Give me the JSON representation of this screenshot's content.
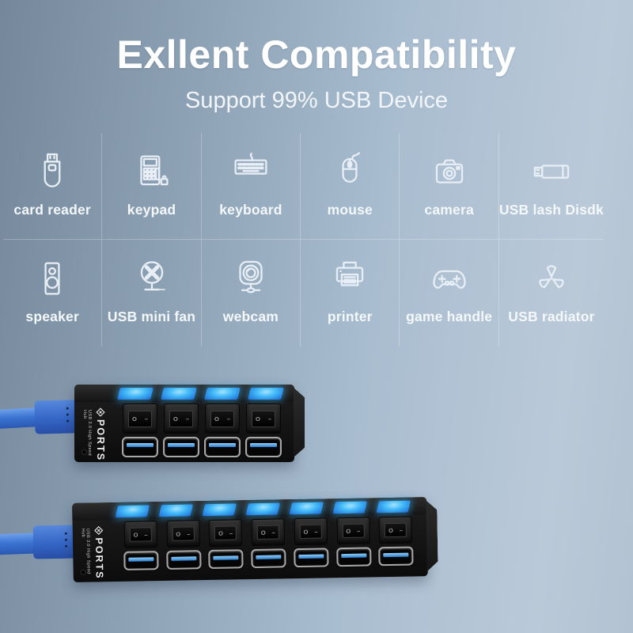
{
  "header": {
    "title": "Exllent Compatibility",
    "subtitle": "Support 99% USB Device"
  },
  "devices": {
    "items": [
      {
        "label": "card reader",
        "icon": "card-reader-icon"
      },
      {
        "label": "keypad",
        "icon": "keypad-icon"
      },
      {
        "label": "keyboard",
        "icon": "keyboard-icon"
      },
      {
        "label": "mouse",
        "icon": "mouse-icon"
      },
      {
        "label": "camera",
        "icon": "camera-icon"
      },
      {
        "label": "USB lash Disdk",
        "icon": "usb-flash-disk-icon"
      },
      {
        "label": "speaker",
        "icon": "speaker-icon"
      },
      {
        "label": "USB mini fan",
        "icon": "usb-mini-fan-icon"
      },
      {
        "label": "webcam",
        "icon": "webcam-icon"
      },
      {
        "label": "printer",
        "icon": "printer-icon"
      },
      {
        "label": "game handle",
        "icon": "game-handle-icon"
      },
      {
        "label": "USB radiator",
        "icon": "usb-radiator-icon"
      }
    ]
  },
  "products": {
    "brand": "PORTS",
    "model_label": "USB 3.0 High Speed Hub",
    "switch_on_mark": "O",
    "switch_off_mark": "–",
    "hub_small": {
      "ports": 4,
      "leds": 4,
      "switches": 4
    },
    "hub_large": {
      "ports": 7,
      "leds": 7,
      "switches": 7
    }
  },
  "colors": {
    "background_left": "#75889b",
    "background_right": "#b9c8d7",
    "text": "#ffffff",
    "icon_stroke": "#e7eef5",
    "grid_line": "rgba(255,255,255,0.25)",
    "led_blue": "#45bcf8",
    "cable_blue": "#3b74d2",
    "port_tongue_blue": "#4a9be0",
    "hub_body_black": "#141414"
  }
}
